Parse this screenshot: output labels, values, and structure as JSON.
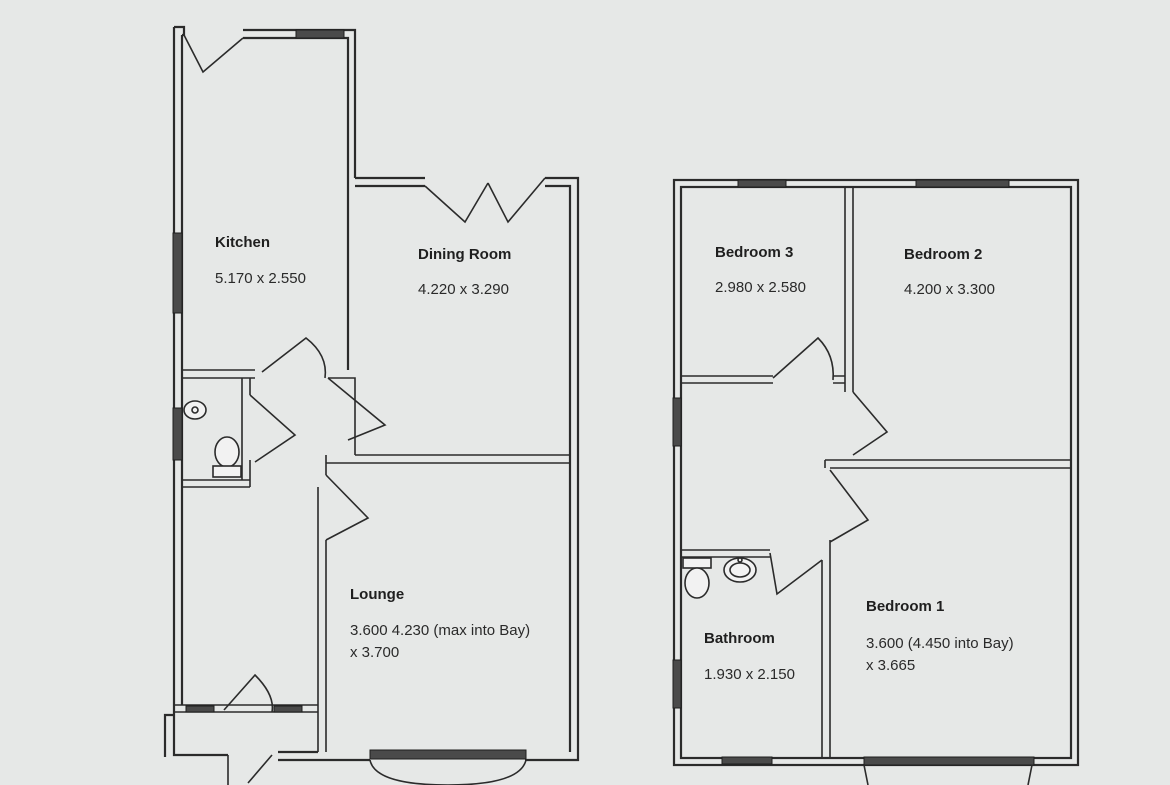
{
  "rooms": {
    "kitchen": {
      "name": "Kitchen",
      "dims": "5.170 x 2.550"
    },
    "dining_room": {
      "name": "Dining Room",
      "dims": "4.220 x 3.290"
    },
    "lounge": {
      "name": "Lounge",
      "dims_line1": "3.600 4.230 (max into Bay)",
      "dims_line2": "x 3.700"
    },
    "bedroom3": {
      "name": "Bedroom 3",
      "dims": "2.980 x 2.580"
    },
    "bedroom2": {
      "name": "Bedroom 2",
      "dims": "4.200 x 3.300"
    },
    "bedroom1": {
      "name": "Bedroom 1",
      "dims_line1": "3.600 (4.450 into Bay)",
      "dims_line2": "x 3.665"
    },
    "bathroom": {
      "name": "Bathroom",
      "dims": "1.930 x 2.150"
    }
  },
  "colors": {
    "background": "#e6e8e7",
    "wall": "#2b2b2b",
    "window": "#4a4a4a"
  }
}
